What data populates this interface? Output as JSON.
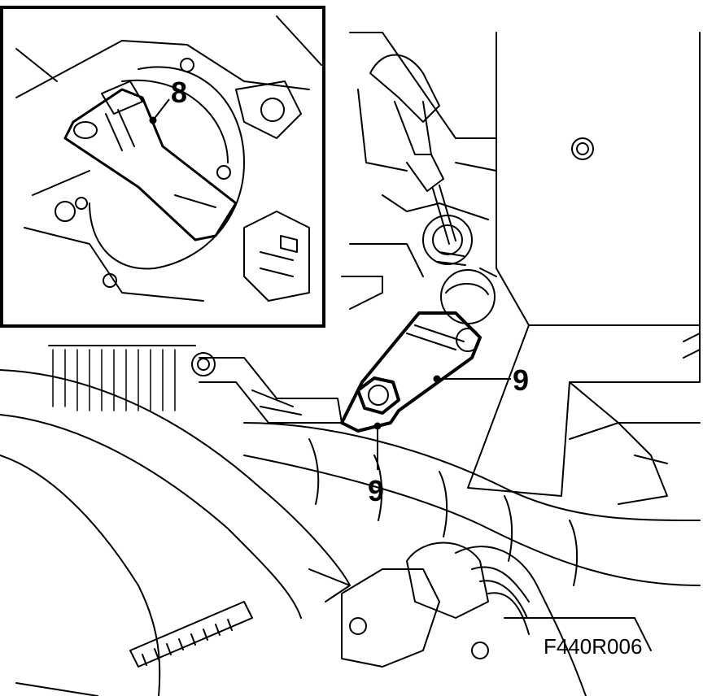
{
  "callouts": {
    "inset_part": "8",
    "main_part_upper": "9",
    "main_part_lower": "9"
  },
  "figure_code": "F440R006",
  "colors": {
    "ink": "#000000",
    "paper": "#ffffff"
  }
}
